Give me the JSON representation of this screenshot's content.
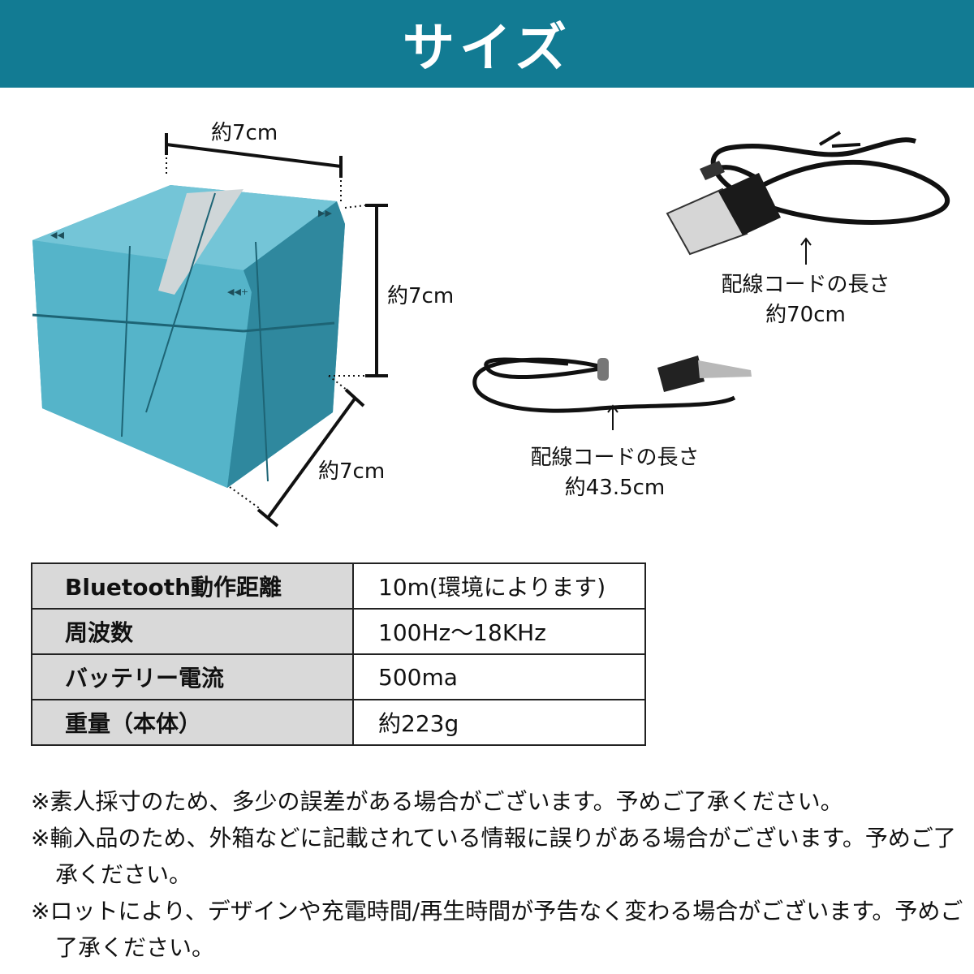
{
  "header": {
    "title": "サイズ"
  },
  "dimensions": {
    "width": "約7cm",
    "height": "約7cm",
    "depth": "約7cm"
  },
  "cables": [
    {
      "caption": "配線コードの長さ",
      "length": "約70cm"
    },
    {
      "caption": "配線コードの長さ",
      "length": "約43.5cm"
    }
  ],
  "specs": [
    {
      "label": "Bluetooth動作距離",
      "value": "10m(環境によります)"
    },
    {
      "label": "周波数",
      "value": "100Hz～18KHz"
    },
    {
      "label": "バッテリー電流",
      "value": "500ma"
    },
    {
      "label": "重量（本体）",
      "value": "約223g"
    }
  ],
  "notes": [
    "※素人採寸のため、多少の誤差がある場合がございます。予めご了承ください。",
    "※輸入品のため、外箱などに記載されている情報に誤りがある場合がございます。予めご了承ください。",
    "※ロットにより、デザインや充電時間/再生時間が予告なく変わる場合がございます。予めご了承ください。"
  ],
  "colors": {
    "banner": "#127b93",
    "cube": "#55b4c9",
    "table_label_bg": "#d9d9d9"
  }
}
